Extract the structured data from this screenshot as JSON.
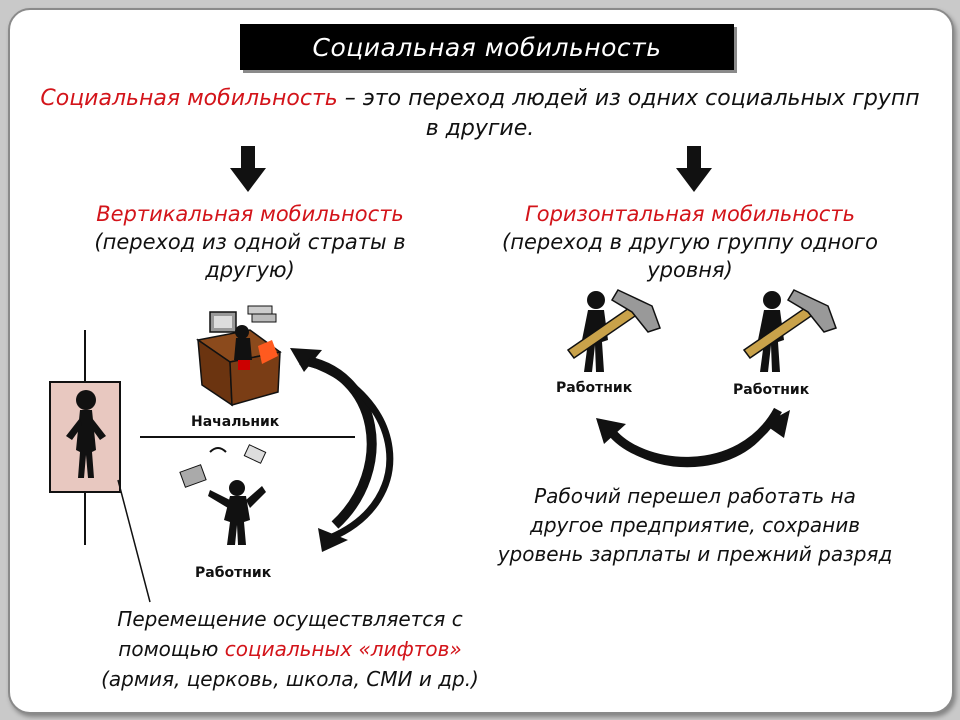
{
  "title": "Социальная мобильность",
  "definition": {
    "term": "Социальная мобильность",
    "rest_line1": " – это переход людей из одних социальных групп",
    "line2": "в другие."
  },
  "vertical": {
    "heading": "Вертикальная мобильность",
    "desc_line1": "(переход из одной страты в",
    "desc_line2": "другую)"
  },
  "horizontal": {
    "heading": "Горизонтальная мобильность",
    "desc_line1": "(переход в другую группу одного",
    "desc_line2": "уровня)"
  },
  "labels": {
    "boss": "Начальник",
    "worker_left": "Работник",
    "worker_right1": "Работник",
    "worker_right2": "Работник"
  },
  "horizontal_example": {
    "line1": "Рабочий перешел работать на",
    "line2": "другое предприятие, сохранив",
    "line3": "уровень зарплаты и прежний разряд"
  },
  "lifts": {
    "line1": "Перемещение осуществляется с",
    "line2_prefix": "помощью ",
    "line2_red": "социальных «лифтов»",
    "line3": "(армия, церковь, школа, СМИ и др.)"
  },
  "colors": {
    "accent_red": "#d3141a",
    "title_bg": "#000000",
    "elevator_fill": "#e8c8c0"
  }
}
